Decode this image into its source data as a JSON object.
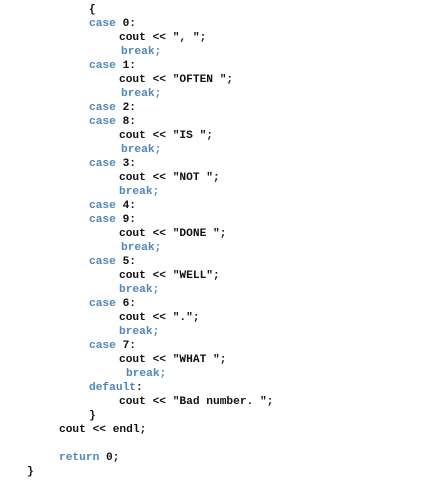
{
  "code": {
    "open_brace": "{",
    "case0": "case 0:",
    "case0_stmt": "cout << \", \";",
    "break": "break;",
    "case1": "case 1:",
    "case1_stmt": "cout << \"OFTEN \";",
    "case2": "case 2:",
    "case8": "case 8:",
    "case8_stmt": "cout << \"IS \";",
    "case3": "case 3:",
    "case3_stmt": "cout << \"NOT \";",
    "case4": "case 4:",
    "case9": "case 9:",
    "case9_stmt": "cout << \"DONE \";",
    "case5": "case 5:",
    "case5_stmt": "cout << \"WELL\";",
    "case6": "case 6:",
    "case6_stmt": "cout << \".\";",
    "case7": "case 7:",
    "case7_stmt": "cout << \"WHAT \";",
    "default": "default:",
    "default_stmt": "cout << \"Bad number. \";",
    "close_switch": "}",
    "endl_stmt": "cout << endl;",
    "return_stmt": "return 0;",
    "close_main": "}"
  },
  "colors": {
    "keyword": "#4f86bd",
    "text": "#111111"
  }
}
